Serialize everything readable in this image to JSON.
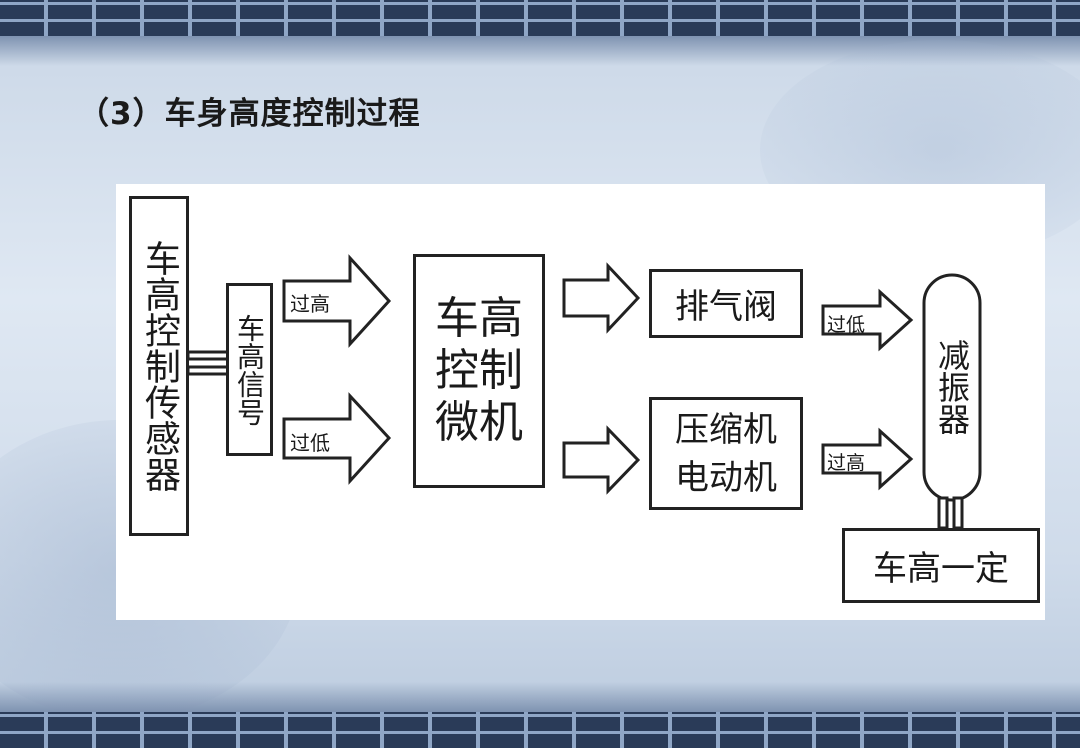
{
  "slide": {
    "title": "（3）车身高度控制过程"
  },
  "diagram": {
    "nodes": {
      "sensor": "车高控制传感器",
      "signal": "车高信号",
      "ecu": "车高控制微机",
      "exhaust_valve": "排气阀",
      "compressor_line1": "压缩机",
      "compressor_line2": "电动机",
      "damper": "减振器",
      "result": "车高一定"
    },
    "edges": {
      "signal_high": "过高",
      "signal_low": "过低",
      "exhaust_to_damper": "过低",
      "compressor_to_damper": "过高"
    }
  }
}
